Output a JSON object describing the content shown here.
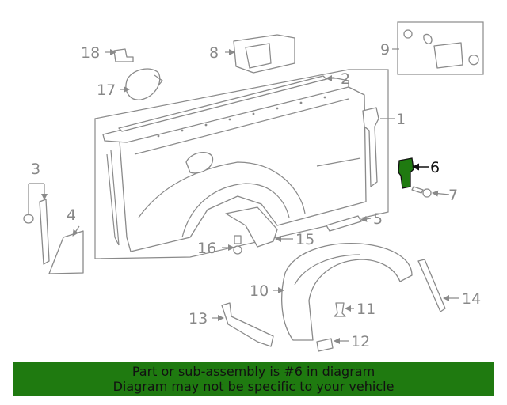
{
  "callouts": {
    "c1": "1",
    "c2": "2",
    "c3": "3",
    "c4": "4",
    "c5": "5",
    "c6": "6",
    "c7": "7",
    "c8": "8",
    "c9": "9",
    "c10": "10",
    "c11": "11",
    "c12": "12",
    "c13": "13",
    "c14": "14",
    "c15": "15",
    "c16": "16",
    "c17": "17",
    "c18": "18"
  },
  "highlight_color": "#1f7a10",
  "banner": {
    "line1": "Part or sub-assembly is #6 in diagram",
    "line2": "Diagram may not be specific to your vehicle",
    "background": "#1f7a10"
  }
}
